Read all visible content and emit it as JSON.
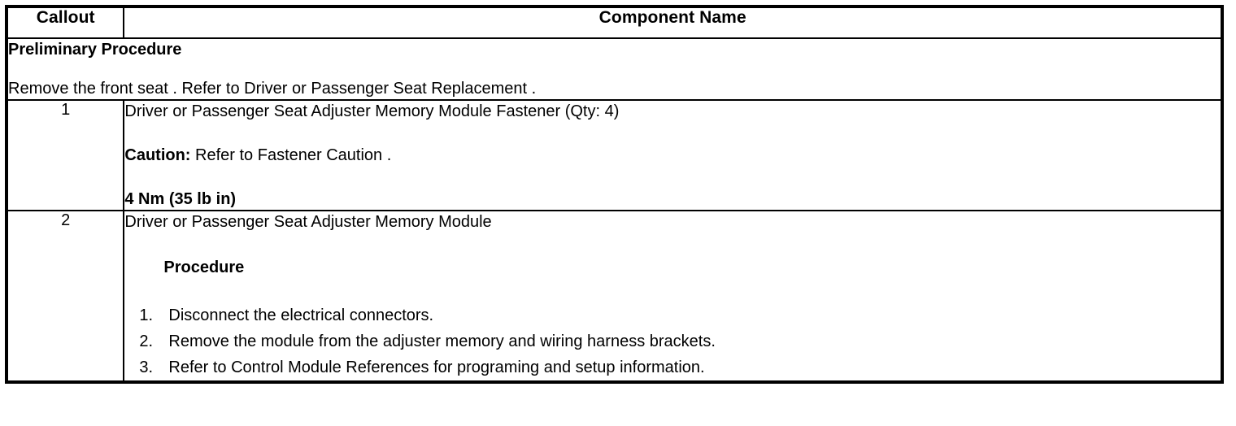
{
  "table": {
    "columns": [
      {
        "key": "callout",
        "header": "Callout",
        "align": "center"
      },
      {
        "key": "component_name",
        "header": "Component Name",
        "align": "center"
      }
    ],
    "preliminary": {
      "title": "Preliminary Procedure",
      "text": "Remove the front seat . Refer to Driver or Passenger Seat Replacement ."
    },
    "rows": [
      {
        "callout": "1",
        "component_name": "Driver or Passenger Seat Adjuster Memory Module Fastener (Qty: 4)",
        "caution_label": "Caution:",
        "caution_text": " Refer to Fastener Caution .",
        "torque": "4 Nm (35 lb in)"
      },
      {
        "callout": "2",
        "component_name": "Driver or Passenger Seat Adjuster Memory Module",
        "procedure_heading": "Procedure",
        "steps": [
          {
            "num": "1.",
            "text": "Disconnect the electrical connectors."
          },
          {
            "num": "2.",
            "text": "Remove the module from the adjuster memory and wiring harness brackets."
          },
          {
            "num": "3.",
            "text": "Refer to Control Module References for programing and setup information."
          }
        ]
      }
    ]
  },
  "colors": {
    "border": "#000000",
    "text": "#000000",
    "background": "#ffffff"
  }
}
